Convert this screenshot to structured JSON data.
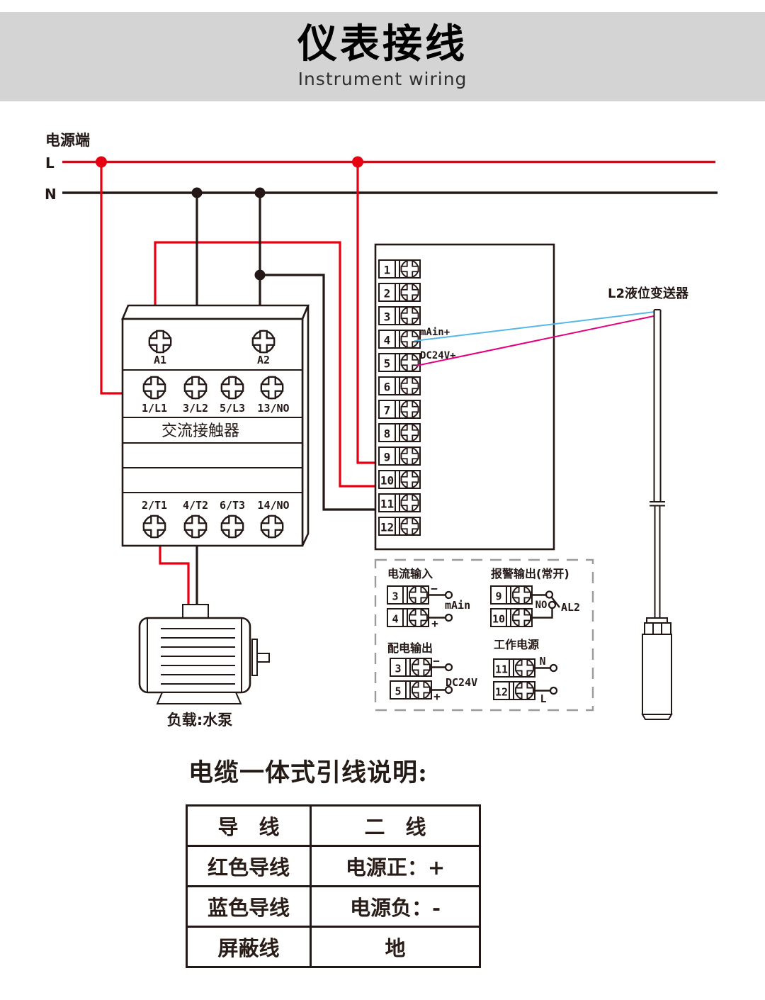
{
  "header": {
    "title": "仪表接线",
    "subtitle": "Instrument wiring"
  },
  "power": {
    "label": "电源端",
    "line_l": "L",
    "line_n": "N"
  },
  "contactor": {
    "name": "交流接触器",
    "coil": [
      "A1",
      "A2"
    ],
    "top": [
      "1/L1",
      "3/L2",
      "5/L3",
      "13/NO"
    ],
    "bottom": [
      "2/T1",
      "4/T2",
      "6/T3",
      "14/NO"
    ]
  },
  "motor": {
    "label": "负载:水泵"
  },
  "instrument": {
    "terminals": [
      "1",
      "2",
      "3",
      "4",
      "5",
      "6",
      "7",
      "8",
      "9",
      "10",
      "11",
      "12"
    ],
    "t4_label": "mAin+",
    "t5_label": "DC24V+"
  },
  "transmitter": {
    "label": "L2液位变送器"
  },
  "legend": {
    "current_input": {
      "title": "电流输入",
      "t1": "3",
      "t2": "4",
      "minus": "−",
      "plus": "+",
      "signal": "mAin"
    },
    "alarm_output": {
      "title": "报警输出(常开)",
      "t1": "9",
      "t2": "10",
      "no_label": "NO",
      "al_label": "AL2"
    },
    "dist_output": {
      "title": "配电输出",
      "t1": "3",
      "t2": "5",
      "minus": "−",
      "plus": "+",
      "signal": "DC24V"
    },
    "work_power": {
      "title": "工作电源",
      "t1": "11",
      "t2": "12",
      "n_label": "N",
      "l_label": "L"
    }
  },
  "cable_note": {
    "title": "电缆一体式引线说明:",
    "rows": [
      [
        "导　线",
        "二　线"
      ],
      [
        "红色导线",
        "电源正：+"
      ],
      [
        "蓝色导线",
        "电源负：-"
      ],
      [
        "屏蔽线",
        "地"
      ]
    ]
  },
  "colors": {
    "wire_red": "#e60012",
    "wire_black": "#231815",
    "wire_blue": "#54b8e8",
    "wire_pink": "#e4007f",
    "header_band": "#d4d4d4"
  }
}
